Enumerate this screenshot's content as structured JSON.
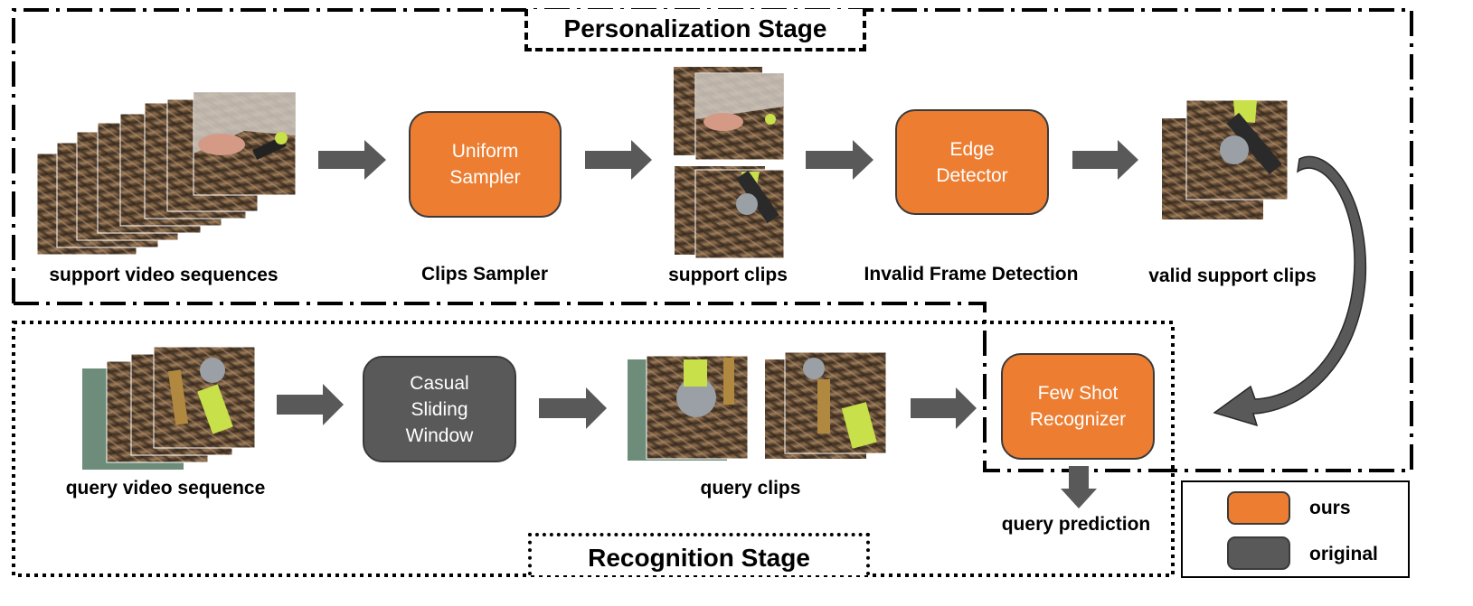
{
  "stages": {
    "personalization": "Personalization Stage",
    "recognition": "Recognition Stage"
  },
  "personalization": {
    "support_video_sequences": "support video sequences",
    "clips_sampler_label": "Clips Sampler",
    "uniform_sampler": "Uniform\nSampler",
    "support_clips": "support clips",
    "invalid_frame_detection": "Invalid Frame Detection",
    "edge_detector": "Edge\nDetector",
    "valid_support_clips": "valid support clips"
  },
  "recognition": {
    "query_video_sequence": "query video sequence",
    "casual_sliding_window": "Casual\nSliding\nWindow",
    "query_clips": "query clips",
    "few_shot_recognizer": "Few Shot\nRecognizer",
    "query_prediction": "query prediction"
  },
  "legend": {
    "ours": "ours",
    "original": "original"
  },
  "colors": {
    "ours": "#ED7D31",
    "original": "#595959",
    "arrow": "#595959"
  }
}
